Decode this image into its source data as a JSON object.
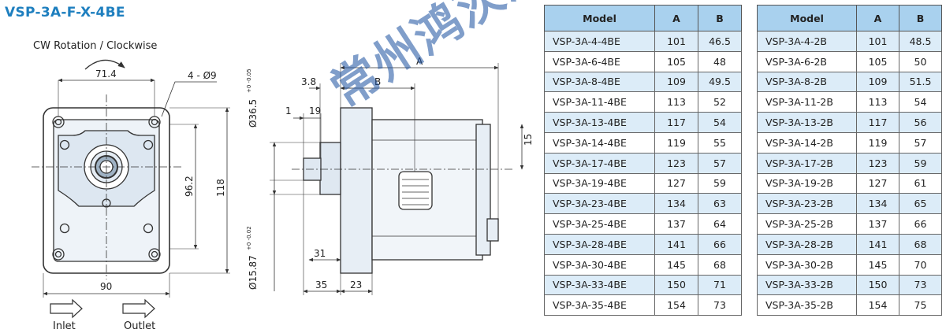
{
  "title": "VSP-3A-F-X-4BE",
  "front_view": {
    "rotation_label": "CW Rotation / Clockwise",
    "dim_bolt_spacing": "71.4",
    "dim_holes": "4 - Ø9",
    "dim_inner_height": "96.2",
    "dim_height": "118",
    "dim_width": "90",
    "inlet_label": "Inlet",
    "outlet_label": "Outlet"
  },
  "side_view": {
    "dim_A": "A",
    "dim_B": "B",
    "dim_3_8": "3.8",
    "dim_1": "1",
    "dim_19": "19",
    "dim_pilot": "Ø36.5",
    "dim_pilot_tol": "+0 -0.05",
    "dim_shaft": "Ø15.87",
    "dim_shaft_tol": "+0 -0.02",
    "dim_31": "31",
    "dim_35": "35",
    "dim_23": "23",
    "dim_15": "15"
  },
  "watermark": "常州鸿茨液压",
  "tables": [
    {
      "headers": [
        "Model",
        "A",
        "B"
      ],
      "rows": [
        [
          "VSP-3A-4-4BE",
          "101",
          "46.5"
        ],
        [
          "VSP-3A-6-4BE",
          "105",
          "48"
        ],
        [
          "VSP-3A-8-4BE",
          "109",
          "49.5"
        ],
        [
          "VSP-3A-11-4BE",
          "113",
          "52"
        ],
        [
          "VSP-3A-13-4BE",
          "117",
          "54"
        ],
        [
          "VSP-3A-14-4BE",
          "119",
          "55"
        ],
        [
          "VSP-3A-17-4BE",
          "123",
          "57"
        ],
        [
          "VSP-3A-19-4BE",
          "127",
          "59"
        ],
        [
          "VSP-3A-23-4BE",
          "134",
          "63"
        ],
        [
          "VSP-3A-25-4BE",
          "137",
          "64"
        ],
        [
          "VSP-3A-28-4BE",
          "141",
          "66"
        ],
        [
          "VSP-3A-30-4BE",
          "145",
          "68"
        ],
        [
          "VSP-3A-33-4BE",
          "150",
          "71"
        ],
        [
          "VSP-3A-35-4BE",
          "154",
          "73"
        ]
      ]
    },
    {
      "headers": [
        "Model",
        "A",
        "B"
      ],
      "rows": [
        [
          "VSP-3A-4-2B",
          "101",
          "48.5"
        ],
        [
          "VSP-3A-6-2B",
          "105",
          "50"
        ],
        [
          "VSP-3A-8-2B",
          "109",
          "51.5"
        ],
        [
          "VSP-3A-11-2B",
          "113",
          "54"
        ],
        [
          "VSP-3A-13-2B",
          "117",
          "56"
        ],
        [
          "VSP-3A-14-2B",
          "119",
          "57"
        ],
        [
          "VSP-3A-17-2B",
          "123",
          "59"
        ],
        [
          "VSP-3A-19-2B",
          "127",
          "61"
        ],
        [
          "VSP-3A-23-2B",
          "134",
          "65"
        ],
        [
          "VSP-3A-25-2B",
          "137",
          "66"
        ],
        [
          "VSP-3A-28-2B",
          "141",
          "68"
        ],
        [
          "VSP-3A-30-2B",
          "145",
          "70"
        ],
        [
          "VSP-3A-33-2B",
          "150",
          "73"
        ],
        [
          "VSP-3A-35-2B",
          "154",
          "75"
        ]
      ]
    }
  ]
}
